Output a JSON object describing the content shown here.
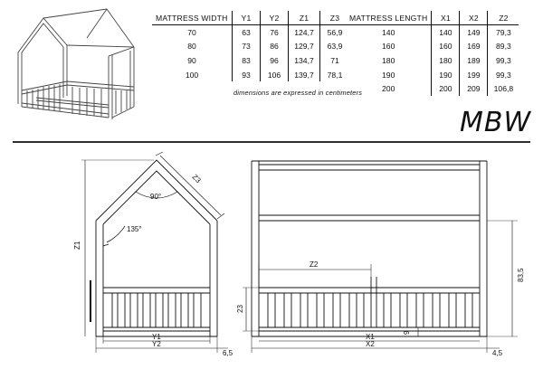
{
  "brand": "MBW",
  "note": "dimensions are expressed in centimeters",
  "width_table": {
    "headers": [
      "MATTRESS WIDTH",
      "Y1",
      "Y2",
      "Z1",
      "Z3"
    ],
    "rows": [
      [
        "70",
        "63",
        "76",
        "124,7",
        "56,9"
      ],
      [
        "80",
        "73",
        "86",
        "129,7",
        "63,9"
      ],
      [
        "90",
        "83",
        "96",
        "134,7",
        "71"
      ],
      [
        "100",
        "93",
        "106",
        "139,7",
        "78,1"
      ]
    ]
  },
  "length_table": {
    "headers": [
      "MATTRESS LENGTH",
      "X1",
      "X2",
      "Z2"
    ],
    "rows": [
      [
        "140",
        "140",
        "149",
        "79,3"
      ],
      [
        "160",
        "160",
        "169",
        "89,3"
      ],
      [
        "180",
        "180",
        "189",
        "99,3"
      ],
      [
        "190",
        "190",
        "199",
        "99,3"
      ],
      [
        "200",
        "200",
        "209",
        "106,8"
      ]
    ]
  },
  "labels": {
    "angle_roof": "90°",
    "angle_side": "135°",
    "z1": "Z1",
    "z2": "Z2",
    "z3": "Z3",
    "y1": "Y1",
    "y2": "Y2",
    "x1": "X1",
    "x2": "X2",
    "dim_65": "6,5",
    "dim_23": "23",
    "dim_9": "9",
    "dim_835": "83,5",
    "dim_45": "4,5"
  }
}
